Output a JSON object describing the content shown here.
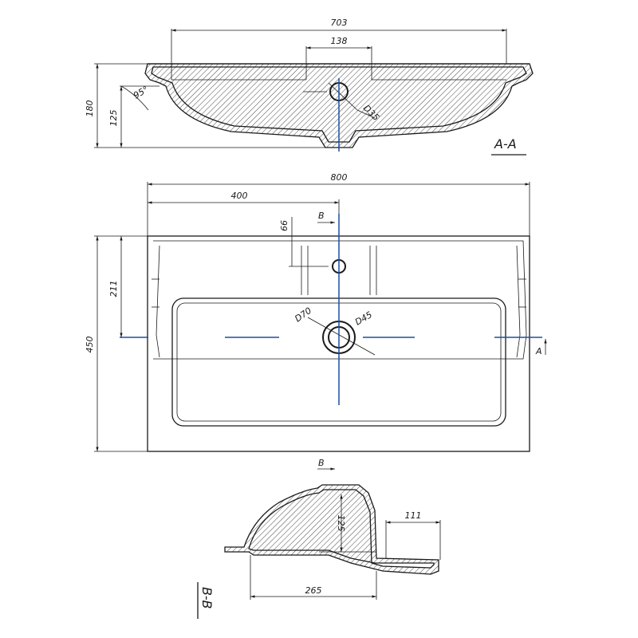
{
  "section_aa": {
    "label": "A-A",
    "dims": {
      "overall_width": "703",
      "tap_width": "138",
      "height": "180",
      "inner_height": "125",
      "tap_hole": "D35",
      "angle": "95°"
    }
  },
  "plan_view": {
    "dims": {
      "width": "800",
      "half_width": "400",
      "tap_offset": "66",
      "tap_depth": "211",
      "depth": "450",
      "drain_inner": "D70",
      "drain_outer": "D45"
    },
    "markers": {
      "b_top": "B",
      "a_right": "A"
    }
  },
  "section_bb": {
    "label": "B-B",
    "marker": "B",
    "dims": {
      "height": "125",
      "ledge": "111",
      "length": "265"
    }
  }
}
